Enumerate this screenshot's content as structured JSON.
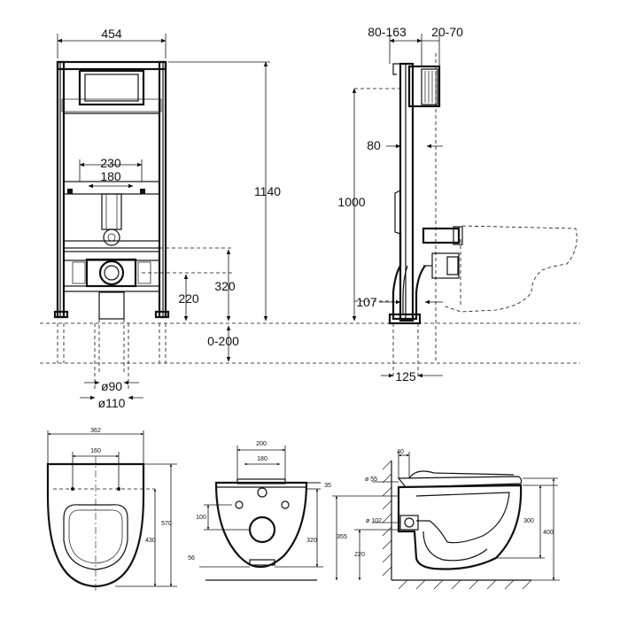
{
  "front_view": {
    "width": "454",
    "height": "1140",
    "outer_spacing": "230",
    "inner_spacing": "180",
    "drain_height": "320",
    "inlet_height": "220",
    "floor_range": "0-200",
    "pipe_d1": "ø90",
    "pipe_d2": "ø110"
  },
  "side_view": {
    "depth": "80-163",
    "wall_gap": "20-70",
    "frame_depth": "80",
    "height": "1000",
    "drain_offset": "107",
    "foot_depth": "125"
  },
  "bowl_top": {
    "width": "362",
    "hole_spacing": "160",
    "depth_inner": "430",
    "depth_outer": "570"
  },
  "bowl_front": {
    "top_width": "200",
    "bolt_spacing": "180",
    "rim_offset": "35",
    "hole_offset": "100",
    "height": "320",
    "bottom_offset": "56"
  },
  "bowl_side": {
    "top_offset": "40",
    "d1": "ø 55",
    "d2": "ø 102",
    "h_total": "355",
    "h_drain": "220",
    "h_bowl": "300",
    "h_max": "400"
  }
}
